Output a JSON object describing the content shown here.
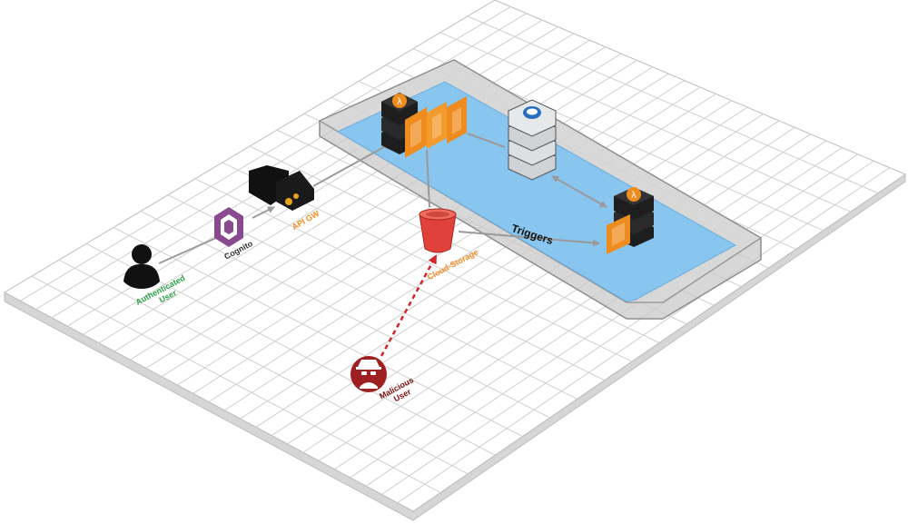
{
  "nodes": {
    "authenticated_user": {
      "label_line1": "Authenticated",
      "label_line2": "User",
      "icon": "user-silhouette-icon"
    },
    "cognito": {
      "label": "Cognito",
      "icon": "cognito-icon"
    },
    "api_gw": {
      "label": "API GW",
      "icon": "api-gateway-icon"
    },
    "lambda_top": {
      "icon": "lambda-icon"
    },
    "database": {
      "icon": "database-icon"
    },
    "lambda_right": {
      "icon": "lambda-icon"
    },
    "cloud_storage": {
      "label": "Cloud-Storage",
      "icon": "bucket-icon"
    },
    "malicious_user": {
      "label_line1": "Malicious",
      "label_line2": "User",
      "icon": "spy-icon"
    }
  },
  "edges": {
    "triggers_label": "Triggers"
  },
  "colors": {
    "grid_line": "#c8c8c8",
    "vpc_blue": "#7fc3f2",
    "vpc_border": "#9a9a9a",
    "aws_orange": "#ef8c1f",
    "stack_dark": "#1e1e1e",
    "bucket_red": "#e0413a",
    "cognito_purple": "#8a4a8f",
    "malicious_red": "#9e2020",
    "authenticated_green": "#2ea24a",
    "storage_label": "#f08a20",
    "attack_arrow": "#d8232a"
  }
}
